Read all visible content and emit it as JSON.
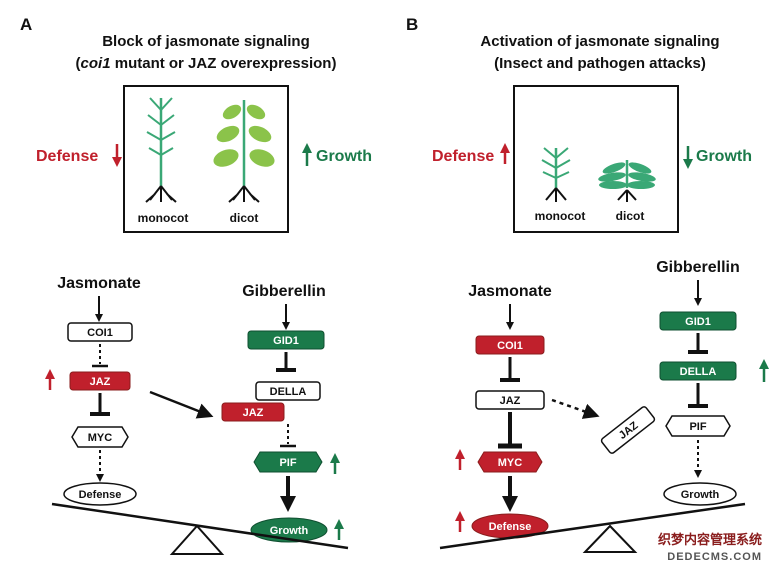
{
  "panel_a": {
    "letter": "A",
    "title_line1": "Block of jasmonate signaling",
    "title_line2_italic": "coi1",
    "title_line2_rest": " mutant or JAZ overexpression)",
    "title_line2_open": "(",
    "left_label": "Defense",
    "right_label": "Growth",
    "plant_labels": [
      "monocot",
      "dicot"
    ],
    "jasmonate": "Jasmonate",
    "gibberellin": "Gibberellin",
    "nodes": {
      "coi1": "COI1",
      "jaz_left": "JAZ",
      "myc": "MYC",
      "defense": "Defense",
      "gid1": "GID1",
      "della": "DELLA",
      "jaz_right": "JAZ",
      "pif": "PIF",
      "growth": "Growth"
    }
  },
  "panel_b": {
    "letter": "B",
    "title_line1": "Activation of jasmonate signaling",
    "title_line2": "(Insect and pathogen attacks)",
    "left_label": "Defense",
    "right_label": "Growth",
    "plant_labels": [
      "monocot",
      "dicot"
    ],
    "jasmonate": "Jasmonate",
    "gibberellin": "Gibberellin",
    "nodes": {
      "coi1": "COI1",
      "jaz": "JAZ",
      "myc": "MYC",
      "defense": "Defense",
      "gid1": "GID1",
      "della": "DELLA",
      "jaz_float": "JAZ",
      "pif": "PIF",
      "growth": "Growth"
    }
  },
  "watermark": {
    "line1": "织梦内容管理系统",
    "line2": "DEDECMS.COM"
  },
  "colors": {
    "red": "#c0202c",
    "green": "#1b7a4a",
    "plant_green": "#3aa876",
    "leaf_green": "#8bc34a"
  }
}
